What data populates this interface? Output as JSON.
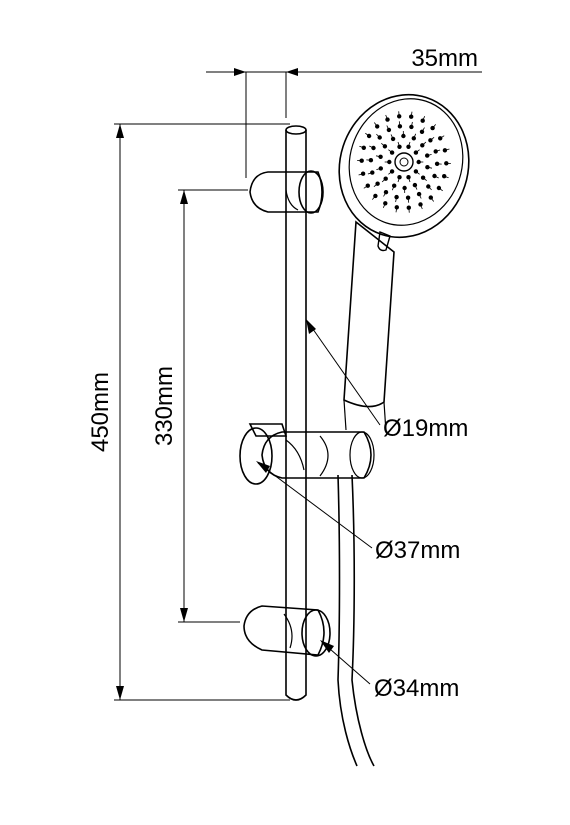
{
  "dimensions": {
    "bracket_offset": "35mm",
    "total_length": "450mm",
    "bracket_spacing": "330mm",
    "rail_diameter": "Ø19mm",
    "slider_diameter": "Ø37mm",
    "bracket_diameter": "Ø34mm"
  },
  "colors": {
    "line": "#000000",
    "background": "#ffffff"
  }
}
